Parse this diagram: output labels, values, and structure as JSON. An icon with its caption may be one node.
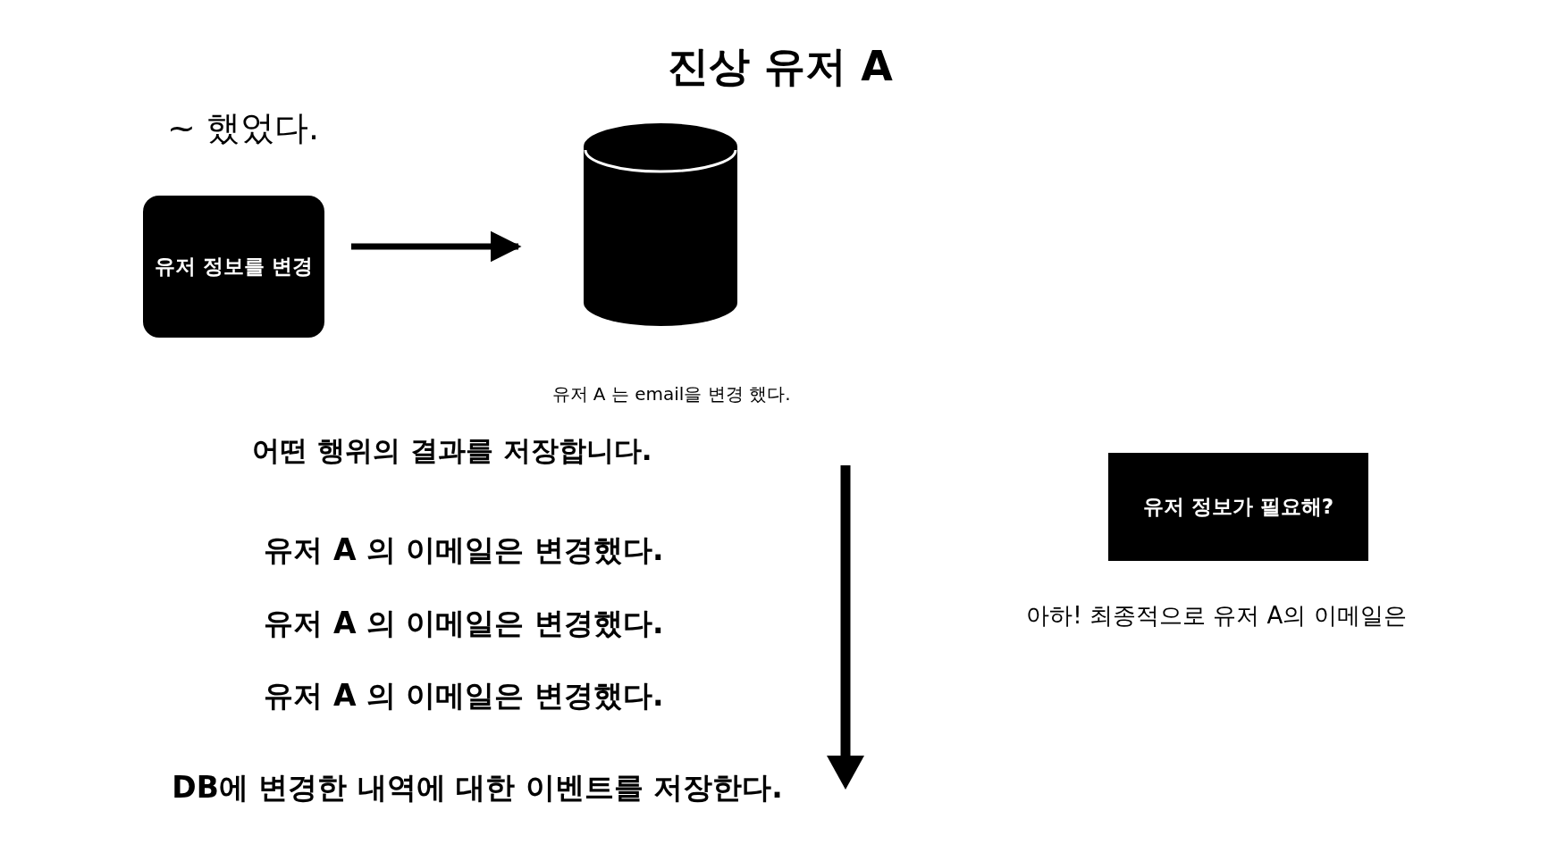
{
  "diagram": {
    "title": "진상 유저 A",
    "nodes": [
      {
        "text": [
          "유저 정보를 변경"
        ]
      },
      {
        "text": [],
        "shape": "cylinder",
        "beside": [
          "유저 A 는 email을 변경 했다."
        ]
      },
      {
        "text": [
          "유저 정보가 필요해?"
        ]
      }
    ],
    "edges": [
      {
        "from": 0,
        "to": 1,
        "arrow": "to"
      }
    ],
    "labels": [
      "~ 했었다.",
      "어떤 행위의 결과를 저장합니다.",
      "유저 A 의 이메일은 변경했다.",
      "유저 A 의 이메일은 변경했다.",
      "유저 A 의 이메일은 변경했다.",
      "DB에 변경한 내역에 대한 이벤트를 저장한다.",
      "아하! 최종적으로 유저 A의 이메일은"
    ]
  }
}
